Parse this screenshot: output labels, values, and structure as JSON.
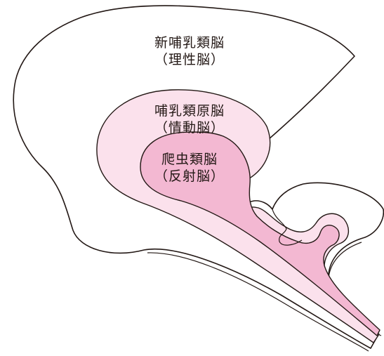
{
  "colors": {
    "outline": "#231815",
    "limbic_fill": "#fbe1ec",
    "reptile_fill": "#f3b8d2",
    "background": "#ffffff"
  },
  "labels": {
    "neocortex": {
      "name": "新哺乳類脳",
      "role": "（理性脳）"
    },
    "limbic": {
      "name": "哺乳類原脳",
      "role": "（情動脳）"
    },
    "reptilian": {
      "name": "爬虫類脳",
      "role": "（反射脳）"
    }
  }
}
